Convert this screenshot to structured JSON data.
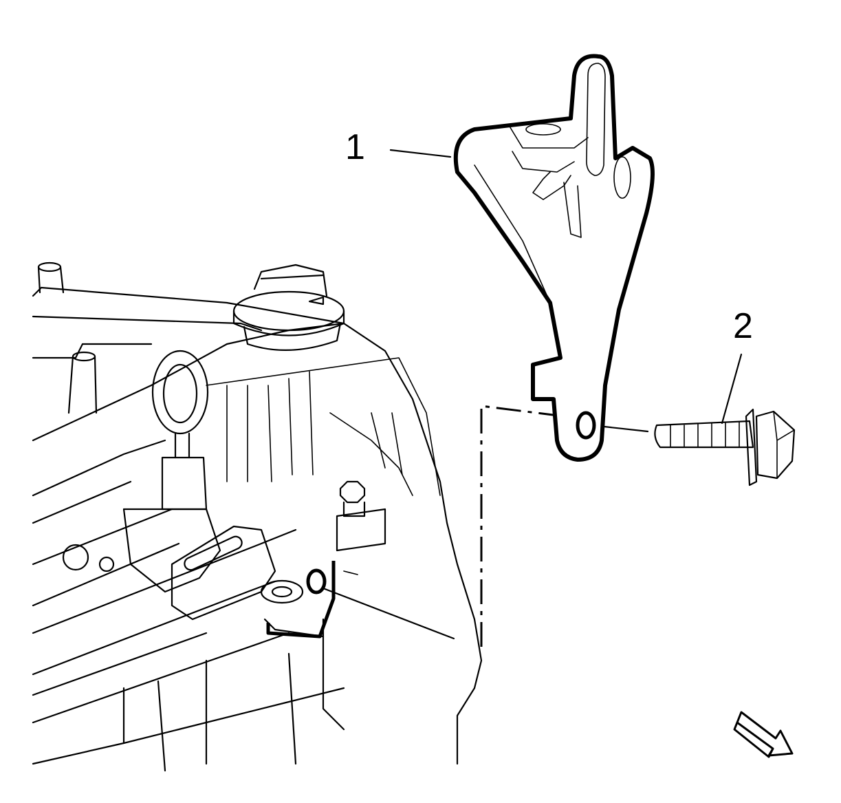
{
  "callouts": [
    {
      "id": "1",
      "label": "1"
    },
    {
      "id": "2",
      "label": "2"
    }
  ],
  "icons": {
    "view_direction": "view-direction-arrow-icon"
  }
}
